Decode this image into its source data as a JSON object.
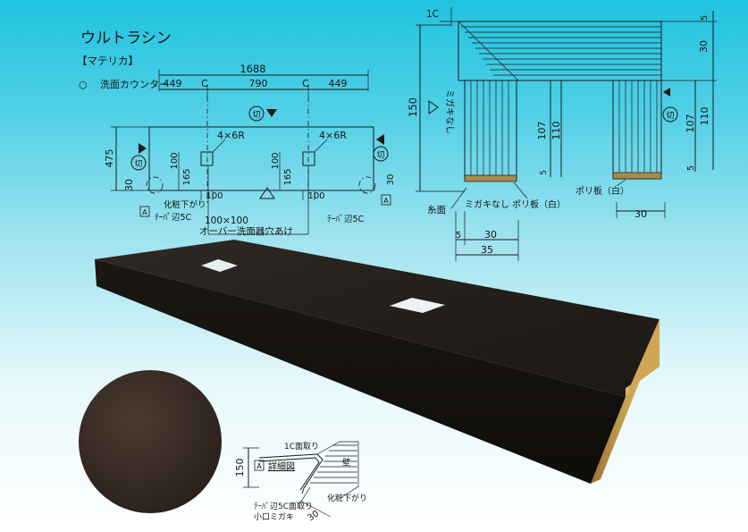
{
  "header": {
    "product_name": "ウルトラシン",
    "category": "【マテリカ】",
    "bullet": "○",
    "item_name": "洗面カウンター"
  },
  "plan_view": {
    "total_width": "1688",
    "segment_left": "449",
    "segment_middle": "790",
    "segment_right": "449",
    "center_mark_left": "C",
    "center_mark_right": "C",
    "cut_mark": "切",
    "depth": "475",
    "depth_small": "30",
    "depth_small_right": "30",
    "basin_offset_left": "165",
    "basin_size_left": "100",
    "basin_offset_right": "165",
    "basin_size_right": "100",
    "basin_bottom_left": "100",
    "basin_bottom_right": "100",
    "corner_radius_left": "4×6R",
    "corner_radius_right": "4×6R",
    "corner_note_left": "化粧下がり",
    "corner_note_left_2": "ﾃｰﾊﾟ辺5C",
    "corner_note_right": "ﾃｰﾊﾟ辺5C",
    "detail_ref_left": "A",
    "detail_ref_right": "A",
    "hole_note_size": "100×100",
    "hole_note_text": "オーバー洗面器穴あけ"
  },
  "section_view": {
    "chamfer_top": "1C",
    "height_total": "150",
    "top_thickness": "5",
    "top_band": "30",
    "inner_107_left": "107",
    "inner_110_left": "110",
    "inner_107_right": "107",
    "inner_110_right": "110",
    "bottom_5_left": "5",
    "bottom_5_right": "5",
    "no_polish": "ミガキなし",
    "no_polish_bottom": "ミガキなし",
    "face_label": "糸面",
    "poly_board_left": "ポリ板（白）",
    "poly_board_right": "ポリ板（白）",
    "dim_bottom_5": "5",
    "dim_bottom_30": "30",
    "dim_bottom_35": "35",
    "dim_right_30": "30",
    "cut_mark": "切"
  },
  "detail_view": {
    "title_ref": "A",
    "title": "詳細図",
    "chamfer_note": "1C面取り",
    "height": "150",
    "edge_note_1": "ﾃｰﾊﾟ辺5C面取り",
    "edge_note_2": "小口ミガキ",
    "drop_note": "化粧下がり",
    "wall_label": "壁",
    "thickness": "30"
  },
  "colors": {
    "background_top": "#1fc3df",
    "counter_top": "#2a2622",
    "counter_front": "#17140f",
    "counter_edge": "#c49a45",
    "swatch": "#3b2f27"
  }
}
